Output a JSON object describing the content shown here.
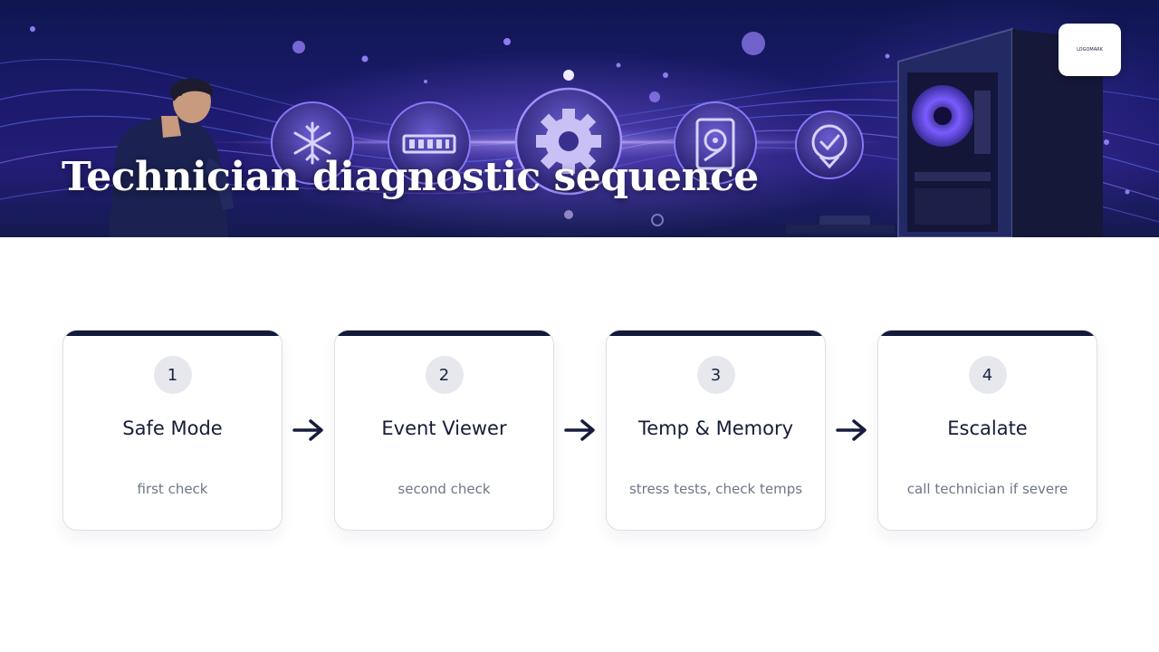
{
  "hero": {
    "title": "Technician diagnostic sequence",
    "logo_text": "LOGOMARK",
    "icons": [
      "snowflake-icon",
      "memory-icon",
      "gear-icon",
      "hard-drive-icon",
      "check-shield-icon"
    ],
    "accent": "#8f7bff"
  },
  "steps": [
    {
      "number": "1",
      "title": "Safe Mode",
      "description": "first check"
    },
    {
      "number": "2",
      "title": "Event Viewer",
      "description": "second check"
    },
    {
      "number": "3",
      "title": "Temp & Memory",
      "description": "stress tests, check temps"
    },
    {
      "number": "4",
      "title": "Escalate",
      "description": "call technician if severe"
    }
  ],
  "arrow_icon": "arrow-right-icon",
  "colors": {
    "card_top_bar": "#131a3a",
    "number_circle": "#e6e8ee",
    "text_dark": "#161d36",
    "text_muted": "#6e7686"
  }
}
